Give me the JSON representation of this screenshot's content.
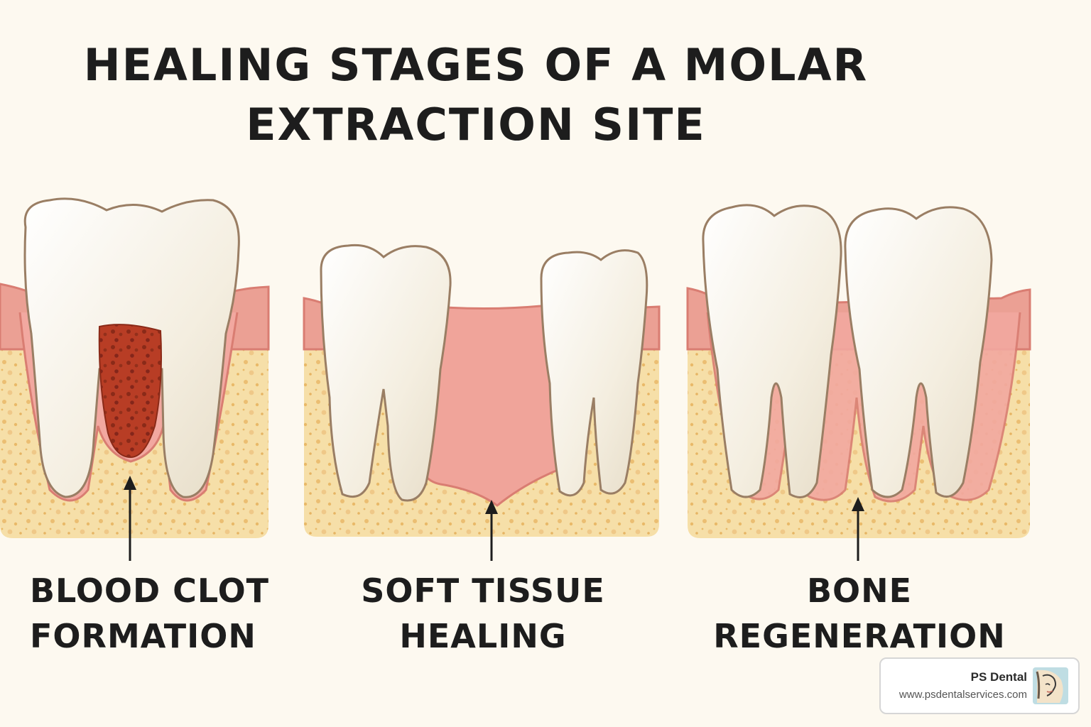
{
  "title": {
    "line1": "HEALING STAGES OF A MOLAR",
    "line2": "EXTRACTION SITE"
  },
  "stages": [
    {
      "line1": "BLOOD CLOT",
      "line2": "FORMATION"
    },
    {
      "line1": "SOFT TISSUE",
      "line2": "HEALING"
    },
    {
      "line1": "BONE",
      "line2": "REGENERATION"
    }
  ],
  "badge": {
    "name": "PS Dental",
    "url": "www.psdentalservices.com",
    "logo_icon": "face-profile-icon"
  },
  "colors": {
    "background": "#fdf9f0",
    "gum": "#eba094",
    "bone": "#f6dfa8",
    "tooth": "#f6f1e6",
    "clot": "#b33b24",
    "text": "#1d1d1d"
  }
}
